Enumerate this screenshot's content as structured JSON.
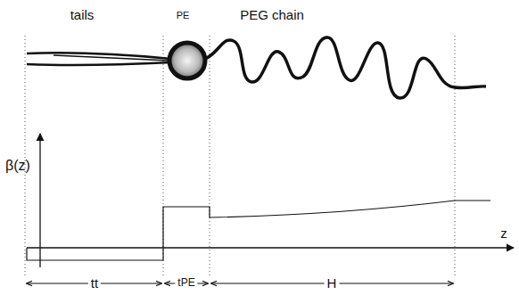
{
  "diagram": {
    "labels": [
      "tails",
      "PE",
      "PEG chain",
      "β(z)",
      "z",
      "tt",
      "tPE",
      "H"
    ]
  }
}
